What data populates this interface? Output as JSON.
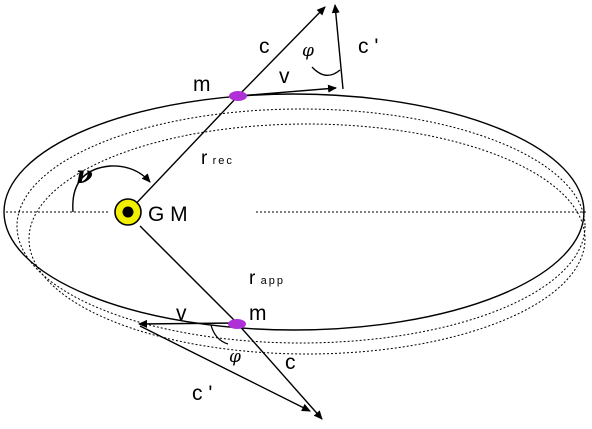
{
  "labels": {
    "c_top": "c",
    "c_prime_top": "c '",
    "phi_top": "φ",
    "m_top": "m",
    "v_top": "v",
    "r_rec_main": "r",
    "r_rec_sub": "rec",
    "nu": "ν",
    "gm": "G M",
    "r_app_main": "r",
    "r_app_sub": "app",
    "v_bottom": "v",
    "m_bottom": "m",
    "phi_bottom": "φ",
    "c_bottom": "c",
    "c_prime_bottom": "c '"
  },
  "colors": {
    "line": "#000000",
    "mass": "#b030d8",
    "central_body": "#f2f000",
    "central_core": "#000000"
  }
}
